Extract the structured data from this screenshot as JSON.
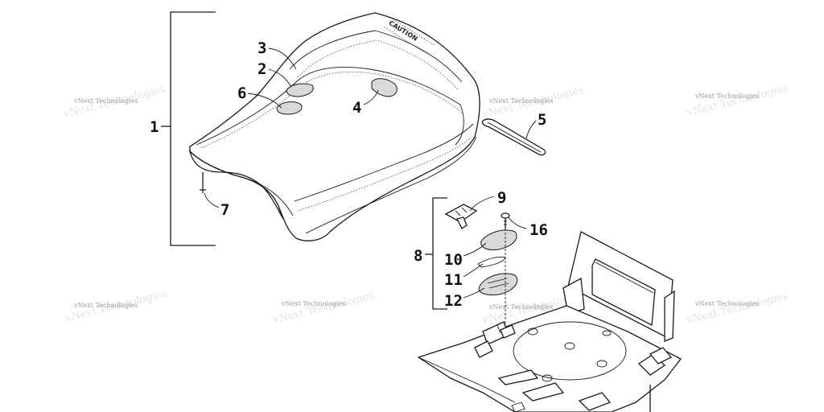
{
  "diagram": {
    "watermark_text": "vNext Technologies",
    "seat_label": "CAUTION",
    "callouts": [
      {
        "id": "c1",
        "label": "1"
      },
      {
        "id": "c2",
        "label": "2"
      },
      {
        "id": "c3",
        "label": "3"
      },
      {
        "id": "c4",
        "label": "4"
      },
      {
        "id": "c5",
        "label": "5"
      },
      {
        "id": "c6",
        "label": "6"
      },
      {
        "id": "c7",
        "label": "7"
      },
      {
        "id": "c8",
        "label": "8"
      },
      {
        "id": "c9",
        "label": "9"
      },
      {
        "id": "c10",
        "label": "10"
      },
      {
        "id": "c11",
        "label": "11"
      },
      {
        "id": "c12",
        "label": "12"
      },
      {
        "id": "c16",
        "label": "16"
      }
    ]
  }
}
